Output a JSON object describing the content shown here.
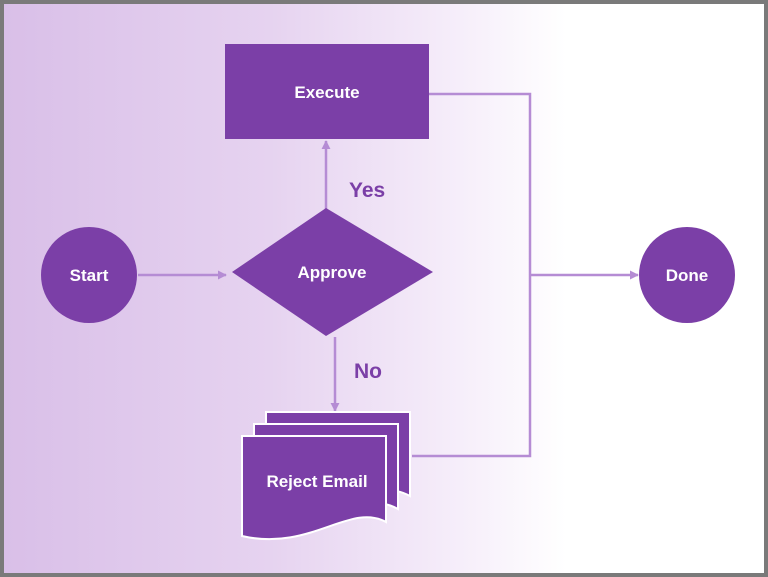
{
  "colors": {
    "node_fill": "#7b3fa7",
    "connector": "#b58cd4",
    "label": "#7b3fa7",
    "frame_border": "#7a7a7a"
  },
  "nodes": {
    "start": {
      "label": "Start",
      "shape": "circle"
    },
    "approve": {
      "label": "Approve",
      "shape": "diamond"
    },
    "execute": {
      "label": "Execute",
      "shape": "rectangle"
    },
    "reject_email": {
      "label": "Reject Email",
      "shape": "multi-document"
    },
    "done": {
      "label": "Done",
      "shape": "circle"
    }
  },
  "edges": {
    "yes_label": "Yes",
    "no_label": "No"
  }
}
